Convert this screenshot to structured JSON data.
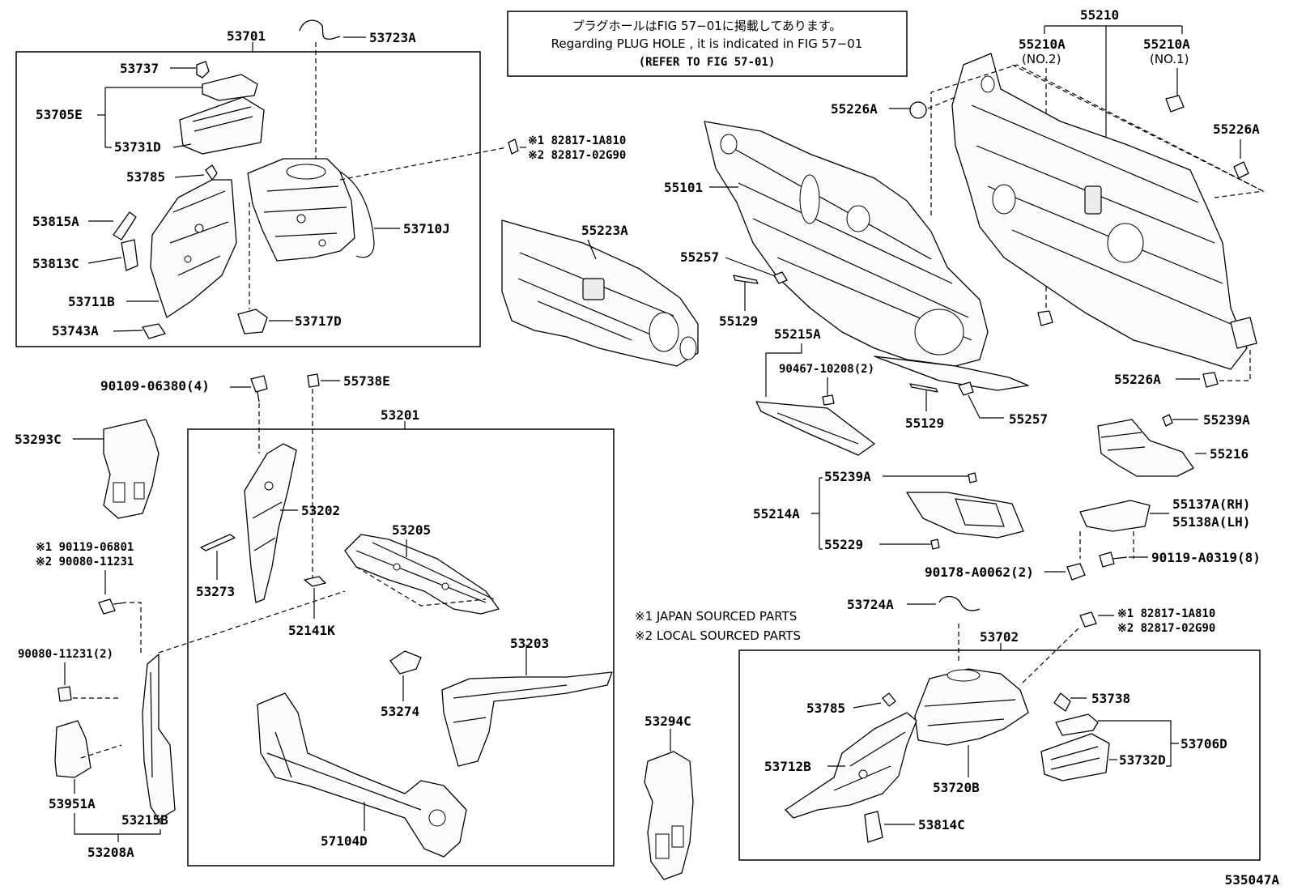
{
  "notice": {
    "line1": "プラグホールはFIG 57−01に掲載してあります。",
    "line2": "Regarding  PLUG  HOLE , it is indicated in FIG  57−01",
    "line3": "(REFER TO FIG 57-01)"
  },
  "legend": {
    "japan": "※1 JAPAN SOURCED PARTS",
    "local": "※2 LOCAL SOURCED PARTS"
  },
  "figure_number": "535047A",
  "labels": {
    "p53701": "53701",
    "p53723A": "53723A",
    "p53737": "53737",
    "p53705E": "53705E",
    "p53731D": "53731D",
    "p53785a": "53785",
    "p53815A": "53815A",
    "p53813C": "53813C",
    "p53711B": "53711B",
    "p53743A": "53743A",
    "p53717D": "53717D",
    "p53710J": "53710J",
    "grom1a": "※1 82817-1A810",
    "grom1b": "※2 82817-02G90",
    "p55223A": "55223A",
    "p55101": "55101",
    "p55257a": "55257",
    "p55129a": "55129",
    "p55215A": "55215A",
    "p90467": "90467-10208(2)",
    "p55129b": "55129",
    "p55257b": "55257",
    "p55210": "55210",
    "p55210A_2": "55210A",
    "no2": "(NO.2)",
    "p55210A_1": "55210A",
    "no1": "(NO.1)",
    "p55226A_a": "55226A",
    "p55226A_b": "55226A",
    "p55226A_c": "55226A",
    "p55239A_a": "55239A",
    "p55216": "55216",
    "p55239A_b": "55239A",
    "p55214A": "55214A",
    "p55229": "55229",
    "p55137A": "55137A(RH)",
    "p55138A": "55138A(LH)",
    "p90119A": "90119-A0319(8)",
    "p90178": "90178-A0062(2)",
    "p90109": "90109-06380(4)",
    "p55738E": "55738E",
    "p53201": "53201",
    "p53293C": "53293C",
    "p53202": "53202",
    "p53205": "53205",
    "p53273": "53273",
    "p52141K": "52141K",
    "bolt1": "※1 90119-06801",
    "bolt2": "※2 90080-11231",
    "p90080": "90080-11231(2)",
    "p53203": "53203",
    "p53274": "53274",
    "p57104D": "57104D",
    "p53951A": "53951A",
    "p53215B": "53215B",
    "p53208A": "53208A",
    "p53294C": "53294C",
    "p53724A": "53724A",
    "p53702": "53702",
    "grom2a": "※1 82817-1A810",
    "grom2b": "※2 82817-02G90",
    "p53785b": "53785",
    "p53738": "53738",
    "p53706D": "53706D",
    "p53712B": "53712B",
    "p53720B": "53720B",
    "p53732D": "53732D",
    "p53814C": "53814C"
  }
}
